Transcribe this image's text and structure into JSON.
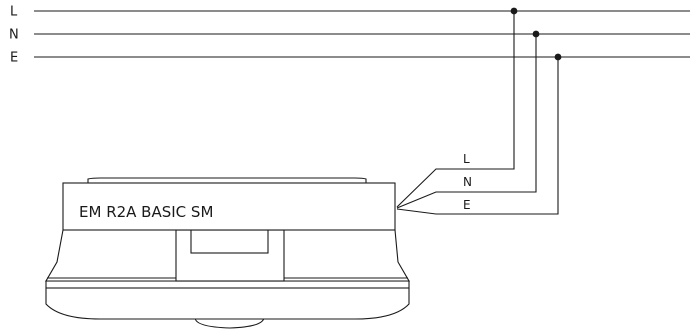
{
  "bus": {
    "lines": [
      {
        "id": "L",
        "label": "L"
      },
      {
        "id": "N",
        "label": "N"
      },
      {
        "id": "E",
        "label": "E"
      }
    ]
  },
  "device": {
    "label": "EM R2A BASIC SM"
  },
  "wires": [
    {
      "id": "L",
      "label": "L"
    },
    {
      "id": "N",
      "label": "N"
    },
    {
      "id": "E",
      "label": "E"
    }
  ]
}
